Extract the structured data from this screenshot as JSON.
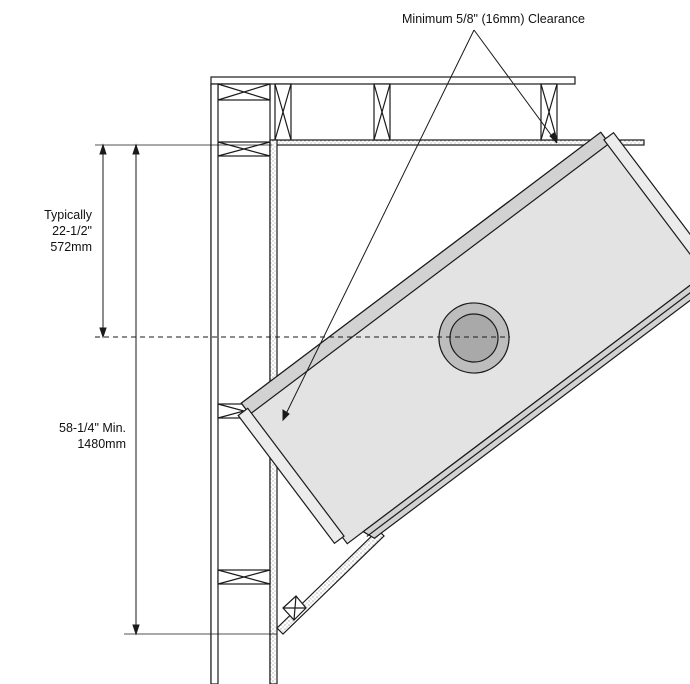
{
  "callout": {
    "clearance": "Minimum 5/8\" (16mm) Clearance"
  },
  "dim_upper": {
    "line1": "Typically",
    "line2": "22-1/2\"",
    "line3": "572mm"
  },
  "dim_lower": {
    "line1": "58-1/4\" Min.",
    "line2": "1480mm"
  },
  "colors": {
    "line": "#1a1a1a",
    "unit_fill": "#e3e3e3",
    "unit_face": "#d2d2d2",
    "flue_outer": "#bdbdbd",
    "flue_inner": "#a9a9a9",
    "board_fill": "#ffffff"
  }
}
